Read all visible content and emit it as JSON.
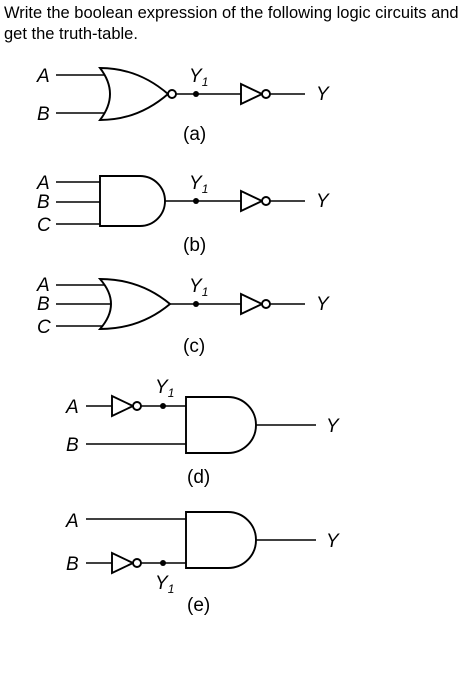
{
  "question": "Write the boolean expression of the following logic circuits and get the truth-table.",
  "output_symbol": "Y",
  "intermediate": {
    "letter": "Y",
    "subscript": "1"
  },
  "circuits": [
    {
      "caption": "(a)",
      "gate": "NOR",
      "inputs": [
        "A",
        "B"
      ]
    },
    {
      "caption": "(b)",
      "gate": "AND",
      "inputs": [
        "A",
        "B",
        "C"
      ]
    },
    {
      "caption": "(c)",
      "gate": "OR",
      "inputs": [
        "A",
        "B",
        "C"
      ]
    },
    {
      "caption": "(d)",
      "gate": "AND",
      "inputs": [
        "A",
        "B"
      ],
      "inverted_input": "A"
    },
    {
      "caption": "(e)",
      "gate": "AND",
      "inputs": [
        "A",
        "B"
      ],
      "inverted_input": "B"
    }
  ]
}
